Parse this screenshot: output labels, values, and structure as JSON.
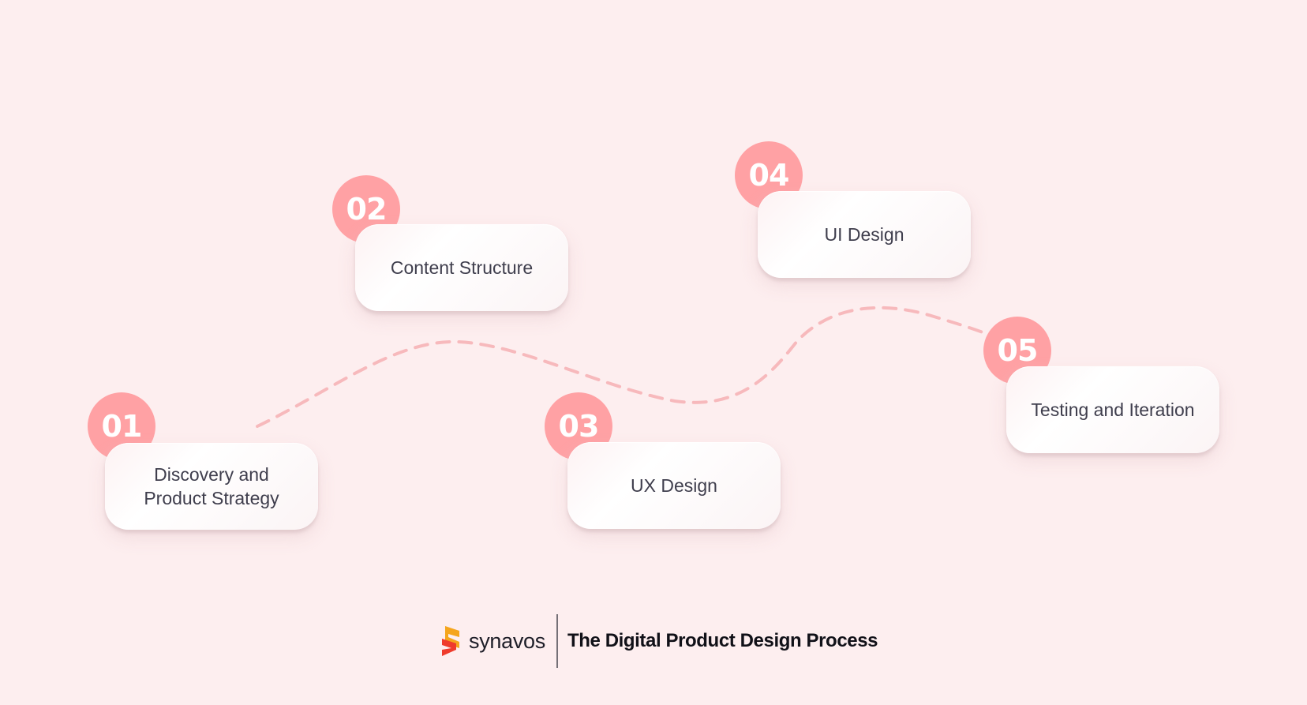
{
  "colors": {
    "background": "#fdeeef",
    "accent": "#ffa1a4",
    "path": "#f7b9bc",
    "text": "#3f3e4d"
  },
  "steps": [
    {
      "number": "01",
      "label_lines": [
        "Discovery and",
        "Product Strategy"
      ]
    },
    {
      "number": "02",
      "label_lines": [
        "Content Structure"
      ]
    },
    {
      "number": "03",
      "label_lines": [
        "UX Design"
      ]
    },
    {
      "number": "04",
      "label_lines": [
        "UI Design"
      ]
    },
    {
      "number": "05",
      "label_lines": [
        "Testing and Iteration"
      ]
    }
  ],
  "footer": {
    "logo_icon": "synavos-s-logo-icon",
    "brand": "synavos",
    "subtitle": "The Digital Product Design Process"
  }
}
